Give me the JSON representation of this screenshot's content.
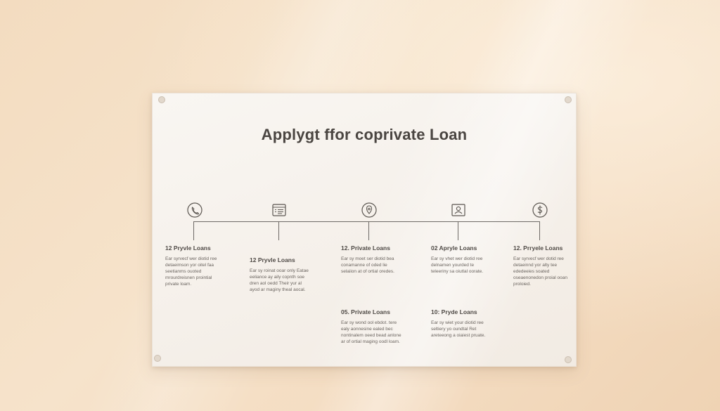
{
  "poster": {
    "title": "Applygt ffor coprivate Loan"
  },
  "icons": [
    "phone-icon",
    "browser-form-icon",
    "pin-location-icon",
    "id-card-icon",
    "dollar-coin-icon"
  ],
  "steps": [
    {
      "title": "12 Pryvle Loans",
      "body": "Ear syrvecf wer diotid ree detaeimson yor oitel faa seetianms ouoted mrourdreisnen prointial private loam."
    },
    {
      "title": "12 Pryvle Loans",
      "body": "Ear sy roinat ooar only Eatae eeliance ay aily copnth soe dren aol oedd Their yur al ayod ar maginy theal aocal."
    },
    {
      "title": "12. Private Loans",
      "body": "Ear sy moet ser diotid bea conamanne of oded lie selaiion at of ortial oredes."
    },
    {
      "title": "02 Apryle Loans",
      "body": "Ear sy vhet wer diotid ree delnamen yourded te teleeriny sa oiutlal oorate."
    },
    {
      "title": "12. Prryele Loans",
      "body": "Ear syrvecf wer dotid ree detaeinnd yor alty tee ededeeies soated oseaenonedon proial ooan proloied."
    },
    {
      "title": "05. Private Loans",
      "body": "Ear sy wond ool ebdot. tere ealy aonnesine ealed bec nontinalem oeed bead anlone ar of ortial maging oodl loam."
    },
    {
      "title": "10: Pryde Loans",
      "body": "Ear sy wiet your diotid ree seltiery yo oundtal Ret areteeong a oiaiest pruate."
    }
  ]
}
